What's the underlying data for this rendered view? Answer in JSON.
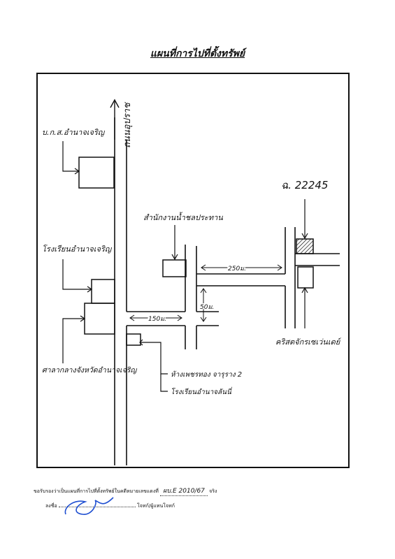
{
  "document": {
    "title": "แผนที่การไปที่ตั้งทรัพย์"
  },
  "map": {
    "labels": {
      "north_road": "ถนนอุปราช",
      "bank": "บ.ก.ส.อำนาจเจริญ",
      "school_left": "โรงเรียนอำนาจเจริญ",
      "provincial_hall": "ศาลากลางจังหวัดอำนาจเจริญ",
      "water_office": "สำนักงานน้ำชลประทาน",
      "parcel_no": "ฉ. 22245",
      "dist_150": "150ม.",
      "dist_250": "250ม.",
      "dist_50": "50ม.",
      "church": "คริสตจักรเซเว่นเดย์",
      "shop": "ห้างเพชรทอง จารุราง 2",
      "school_bottom": "โรงเรียนอำนาจลันนี่"
    }
  },
  "certification": {
    "statement_prefix": "ขอรับรองว่าเป็นแผนที่การไปที่ตั้งทรัพย์ในคดีหมายเลขแดงที่",
    "case_no": "ผบ.E 2010/67",
    "statement_suffix": "จริง",
    "sign_prefix": "ลงชื่อ",
    "sign_suffix": "โจทก์/ผู้แทนโจทก์"
  }
}
